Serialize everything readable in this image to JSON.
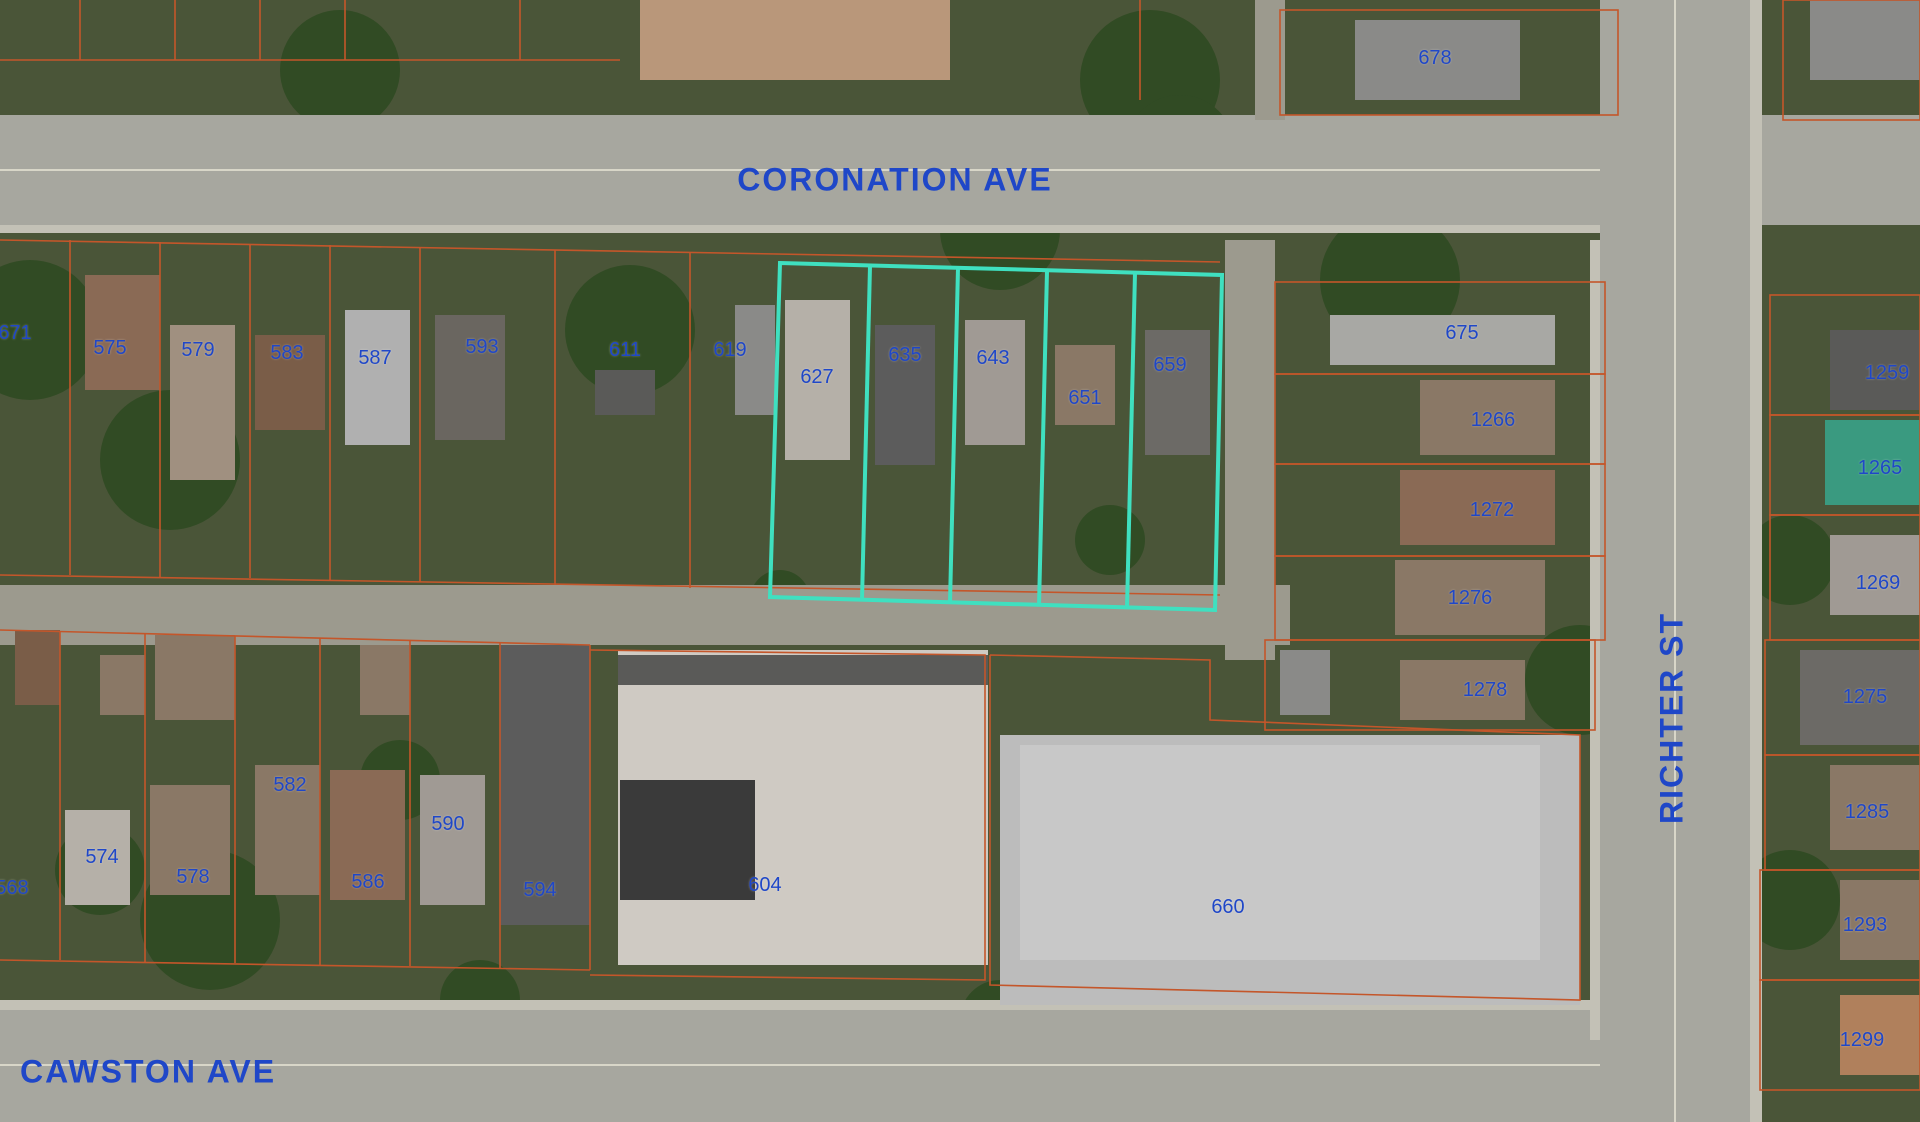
{
  "streets": [
    {
      "id": "coronation",
      "name": "CORONATION AVE"
    },
    {
      "id": "cawston",
      "name": "CAWSTON AVE"
    },
    {
      "id": "richter",
      "name": "RICHTER ST"
    }
  ],
  "lots": [
    "678",
    "671",
    "575",
    "579",
    "583",
    "587",
    "593",
    "611",
    "619",
    "627",
    "635",
    "643",
    "651",
    "659",
    "675",
    "1259",
    "1266",
    "1265",
    "1272",
    "1269",
    "1276",
    "1278",
    "1275",
    "1285",
    "1293",
    "1299",
    "568",
    "574",
    "578",
    "582",
    "586",
    "590",
    "594",
    "604",
    "660"
  ],
  "colors": {
    "label": "#1f47c8",
    "parcel_line": "#c4562a",
    "highlight": "#3fe0c0",
    "road": "#a7a79f"
  }
}
